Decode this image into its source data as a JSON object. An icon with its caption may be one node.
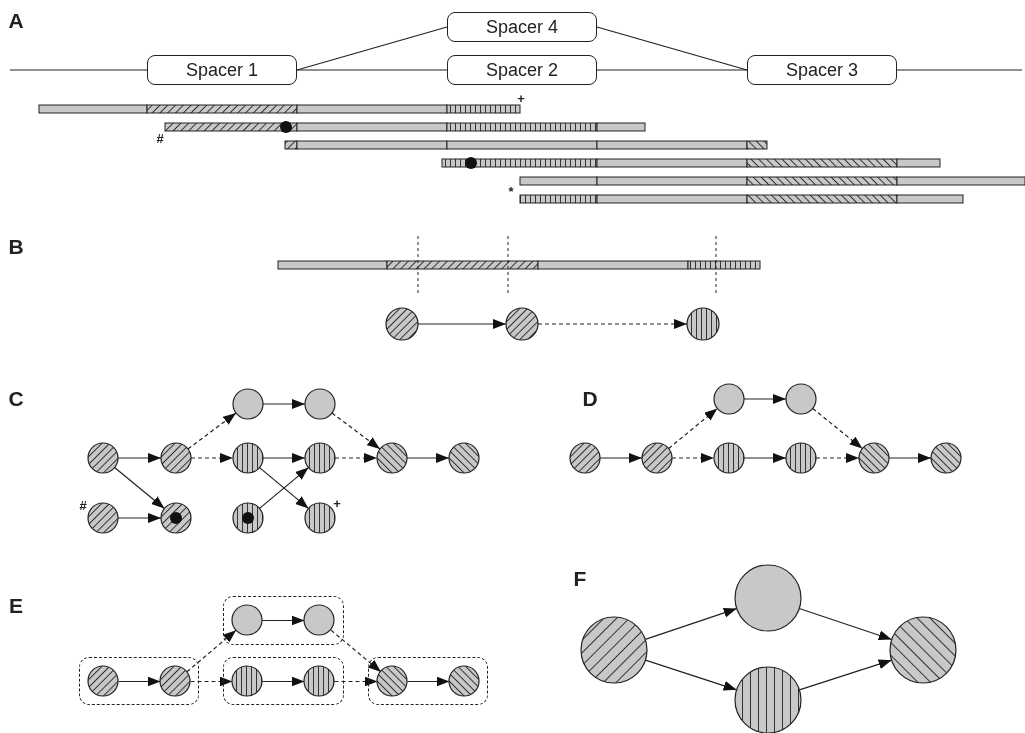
{
  "diagram": {
    "nodes": [
      {
        "text": [
          "Spacer 4"
        ]
      },
      {
        "text": [
          "Spacer 1"
        ]
      },
      {
        "text": [
          "Spacer 2"
        ]
      },
      {
        "text": [
          "Spacer 3"
        ]
      },
      {
        "text": [],
        "shape": "circle"
      },
      {
        "text": [],
        "shape": "circle"
      },
      {
        "text": [],
        "shape": "circle"
      },
      {
        "text": [],
        "shape": "circle"
      },
      {
        "text": [],
        "shape": "circle"
      },
      {
        "text": [],
        "shape": "circle"
      },
      {
        "text": [],
        "shape": "circle"
      },
      {
        "text": [],
        "shape": "circle"
      },
      {
        "text": [],
        "shape": "circle"
      },
      {
        "text": [],
        "shape": "circle"
      },
      {
        "text": [],
        "shape": "circle"
      },
      {
        "text": [],
        "shape": "circle"
      },
      {
        "text": [],
        "shape": "circle"
      },
      {
        "text": [],
        "shape": "circle"
      },
      {
        "text": [],
        "shape": "circle"
      },
      {
        "text": [],
        "shape": "circle"
      },
      {
        "text": [],
        "shape": "circle"
      },
      {
        "text": [],
        "shape": "circle"
      },
      {
        "text": [],
        "shape": "circle"
      },
      {
        "text": [],
        "shape": "circle"
      },
      {
        "text": [],
        "shape": "circle"
      },
      {
        "text": [],
        "shape": "circle"
      },
      {
        "text": [],
        "shape": "circle"
      },
      {
        "text": [],
        "shape": "box"
      },
      {
        "text": [],
        "shape": "circle",
        "in": 27
      },
      {
        "text": [],
        "shape": "circle",
        "in": 27
      },
      {
        "text": [],
        "shape": "box"
      },
      {
        "text": [],
        "shape": "circle",
        "in": 30
      },
      {
        "text": [],
        "shape": "circle",
        "in": 30
      },
      {
        "text": [],
        "shape": "box"
      },
      {
        "text": [],
        "shape": "circle",
        "in": 33
      },
      {
        "text": [],
        "shape": "circle",
        "in": 33
      },
      {
        "text": [],
        "shape": "box"
      },
      {
        "text": [],
        "shape": "circle",
        "in": 36
      },
      {
        "text": [],
        "shape": "circle",
        "in": 36
      },
      {
        "text": [],
        "shape": "circle"
      },
      {
        "text": [],
        "shape": "circle"
      },
      {
        "text": [],
        "shape": "circle"
      },
      {
        "text": [],
        "shape": "circle"
      }
    ],
    "edges": [
      {
        "from": null,
        "to": 1,
        "arrow": "none"
      },
      {
        "from": 1,
        "to": 2,
        "arrow": "none"
      },
      {
        "from": 2,
        "to": 3,
        "arrow": "none"
      },
      {
        "from": 1,
        "to": 0,
        "arrow": "none"
      },
      {
        "from": 0,
        "to": 3,
        "arrow": "none"
      },
      {
        "from": 3,
        "to": null,
        "arrow": "none"
      },
      {
        "from": 4,
        "to": 5,
        "arrow": "to"
      },
      {
        "from": 5,
        "to": 6,
        "arrow": "to",
        "style": "dashed"
      },
      {
        "from": 9,
        "to": 10,
        "arrow": "to"
      },
      {
        "from": 9,
        "to": 16,
        "arrow": "to"
      },
      {
        "from": 15,
        "to": 16,
        "arrow": "to"
      },
      {
        "from": 10,
        "to": 7,
        "arrow": "to",
        "style": "dashed"
      },
      {
        "from": 10,
        "to": 11,
        "arrow": "to",
        "style": "dashed"
      },
      {
        "from": 7,
        "to": 8,
        "arrow": "to"
      },
      {
        "from": 8,
        "to": 13,
        "arrow": "to",
        "style": "dashed"
      },
      {
        "from": 11,
        "to": 12,
        "arrow": "to"
      },
      {
        "from": 11,
        "to": 18,
        "arrow": "to"
      },
      {
        "from": 17,
        "to": 12,
        "arrow": "to"
      },
      {
        "from": 12,
        "to": 13,
        "arrow": "to",
        "style": "dashed"
      },
      {
        "from": 13,
        "to": 14,
        "arrow": "to"
      },
      {
        "from": 21,
        "to": 22,
        "arrow": "to"
      },
      {
        "from": 22,
        "to": 19,
        "arrow": "to",
        "style": "dashed"
      },
      {
        "from": 22,
        "to": 23,
        "arrow": "to",
        "style": "dashed"
      },
      {
        "from": 19,
        "to": 20,
        "arrow": "to"
      },
      {
        "from": 20,
        "to": 25,
        "arrow": "to",
        "style": "dashed"
      },
      {
        "from": 23,
        "to": 24,
        "arrow": "to"
      },
      {
        "from": 24,
        "to": 25,
        "arrow": "to",
        "style": "dashed"
      },
      {
        "from": 25,
        "to": 26,
        "arrow": "to"
      },
      {
        "from": 31,
        "to": 32,
        "arrow": "to"
      },
      {
        "from": 32,
        "to": 28,
        "arrow": "to",
        "style": "dashed"
      },
      {
        "from": 32,
        "to": 34,
        "arrow": "to",
        "style": "dashed"
      },
      {
        "from": 28,
        "to": 29,
        "arrow": "to"
      },
      {
        "from": 29,
        "to": 37,
        "arrow": "to",
        "style": "dashed"
      },
      {
        "from": 34,
        "to": 35,
        "arrow": "to"
      },
      {
        "from": 35,
        "to": 37,
        "arrow": "to",
        "style": "dashed"
      },
      {
        "from": 37,
        "to": 38,
        "arrow": "to"
      },
      {
        "from": 39,
        "to": 40,
        "arrow": "to"
      },
      {
        "from": 39,
        "to": 41,
        "arrow": "to"
      },
      {
        "from": 40,
        "to": 42,
        "arrow": "to"
      },
      {
        "from": 41,
        "to": 42,
        "arrow": "to"
      }
    ],
    "labels": [
      "A",
      "+",
      "#",
      "*",
      "B",
      "C",
      "D",
      "#",
      "+",
      "E",
      "F"
    ]
  }
}
